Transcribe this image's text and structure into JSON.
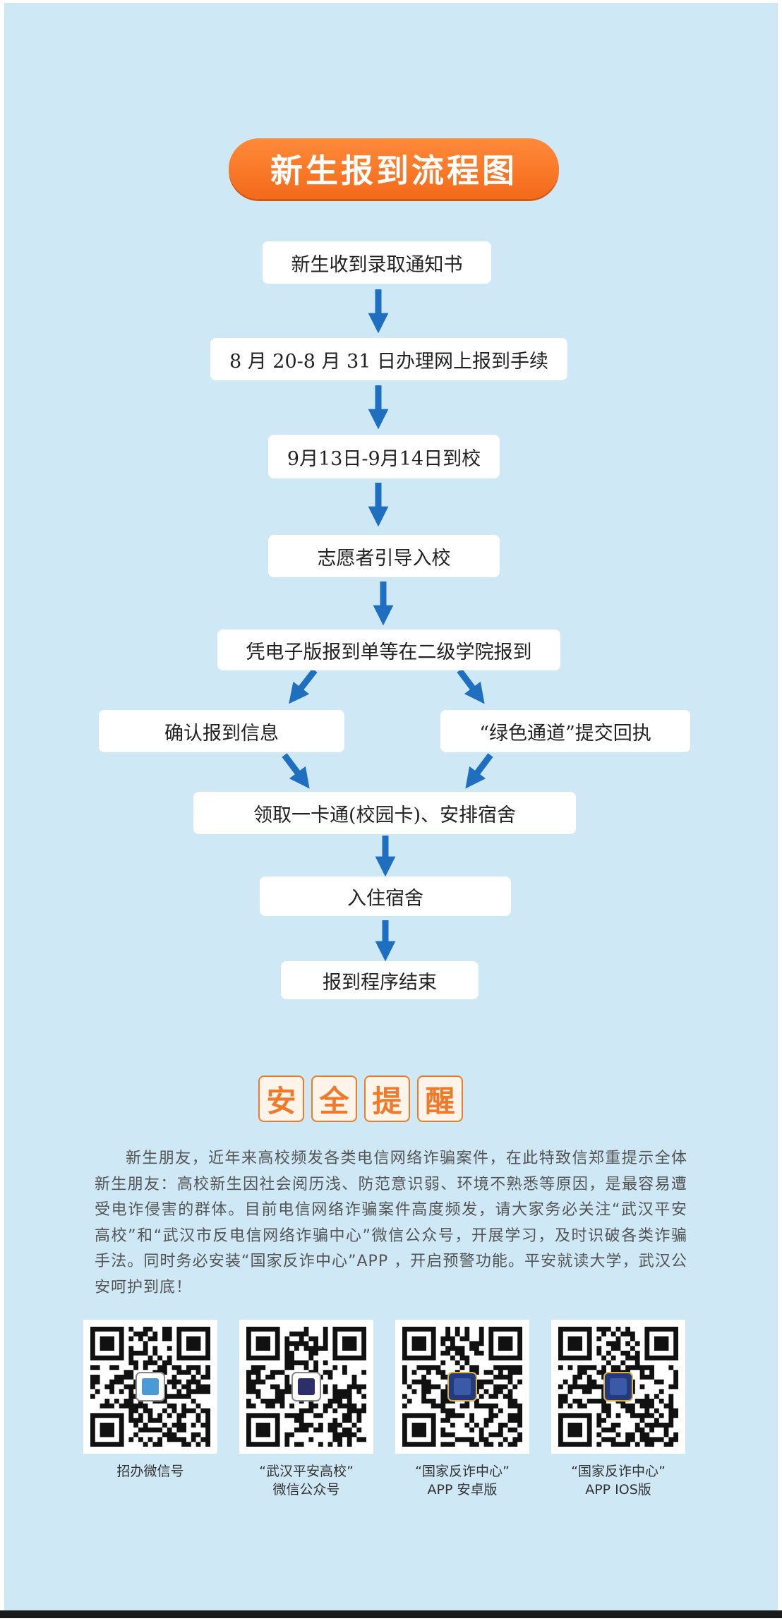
{
  "title": "新生报到流程图",
  "flow": {
    "step1": "新生收到录取通知书",
    "step2": "8 月 20-8 月 31 日办理网上报到手续",
    "step3": "9月13日-9月14日到校",
    "step4": "志愿者引导入校",
    "step5": "凭电子版报到单等在二级学院报到",
    "step6_left": "确认报到信息",
    "step6_right": "“绿色通道”提交回执",
    "step7": "领取一卡通(校园卡)、安排宿舍",
    "step8": "入住宿舍",
    "step9": "报到程序结束"
  },
  "safety": {
    "chars": [
      "安",
      "全",
      "提",
      "醒"
    ],
    "paragraph": "新生朋友，近年来高校频发各类电信网络诈骗案件，在此特致信郑重提示全体新生朋友：高校新生因社会阅历浅、防范意识弱、环境不熟悉等原因，是最容易遭受电诈侵害的群体。目前电信网络诈骗案件高度频发，请大家务必关注“武汉平安高校”和“武汉市反电信网络诈骗中心”微信公众号，开展学习，及时识破各类诈骗手法。同时务必安装“国家反诈中心”APP ，开启预警功能。平安就读大学，武汉公安呵护到底！"
  },
  "qrcodes": [
    {
      "line1": "招办微信号",
      "line2": ""
    },
    {
      "line1": "“武汉平安高校”",
      "line2": "微信公众号"
    },
    {
      "line1": "“国家反诈中心”",
      "line2": "APP 安卓版"
    },
    {
      "line1": "“国家反诈中心”",
      "line2": "APP IOS版"
    }
  ],
  "colors": {
    "background": "#cfe8f6",
    "accent": "#f36a1a",
    "arrow": "#1f6fc0"
  }
}
